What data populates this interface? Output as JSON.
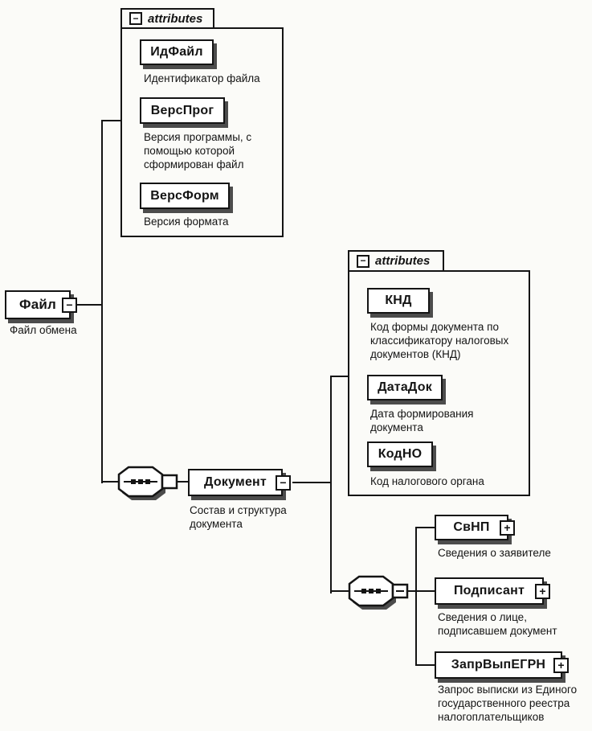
{
  "diagram": {
    "root": {
      "name": "Файл",
      "description": "Файл обмена"
    },
    "file_attributes": {
      "header": "attributes",
      "items": [
        {
          "name": "ИдФайл",
          "description": "Идентификатор файла"
        },
        {
          "name": "ВерсПрог",
          "description": "Версия программы, с\nпомощью которой\nсформирован файл"
        },
        {
          "name": "ВерсФорм",
          "description": "Версия формата"
        }
      ]
    },
    "document": {
      "name": "Документ",
      "description": "Состав и структура\nдокумента"
    },
    "document_attributes": {
      "header": "attributes",
      "items": [
        {
          "name": "КНД",
          "description": "Код формы документа по\nклассификатору налоговых\nдокументов (КНД)"
        },
        {
          "name": "ДатаДок",
          "description": "Дата формирования\nдокумента"
        },
        {
          "name": "КодНО",
          "description": "Код налогового органа"
        }
      ]
    },
    "document_children": [
      {
        "name": "СвНП",
        "description": "Сведения о заявителе"
      },
      {
        "name": "Подписант",
        "description": "Сведения о лице,\nподписавшем документ"
      },
      {
        "name": "ЗапрВыпЕГРН",
        "description": "Запрос выписки из Единого\nгосударственного реестра\nналогоплательщиков"
      }
    ],
    "icons": {
      "expanded": "−",
      "collapsed": "+"
    },
    "colors": {
      "line": "#141414",
      "shadow": "#4c4c4c",
      "paper": "#fbfbf8"
    }
  }
}
